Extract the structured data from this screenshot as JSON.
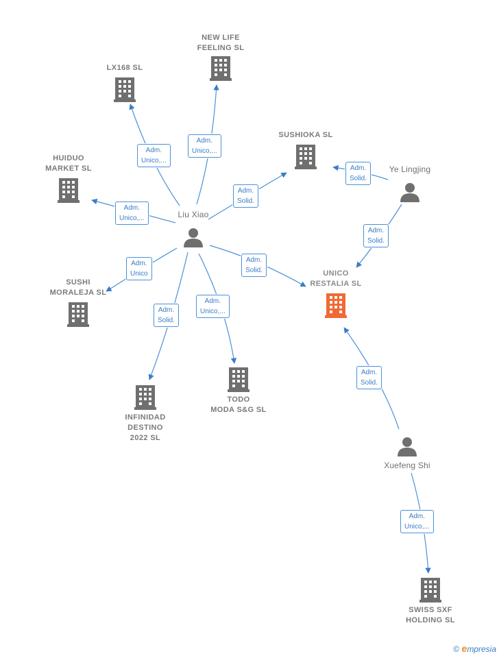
{
  "colors": {
    "edge": "#4a90d9",
    "building": "#6f6f6f",
    "building_focus": "#f06a35",
    "person": "#6f6f6f"
  },
  "nodes": {
    "new_life": "NEW LIFE\nFEELING  SL",
    "lx168": "LX168  SL",
    "huiduo": "HUIDUO\nMARKET  SL",
    "sushioka": "SUSHIOKA  SL",
    "ye": "Ye Lingjing",
    "liu": "Liu Xiao",
    "unico": "UNICO\nRESTALIA  SL",
    "sushi": "SUSHI\nMORALEJA  SL",
    "infinidad": "INFINIDAD\nDESTINO\n2022  SL",
    "todo": "TODO\nMODA S&G  SL",
    "xuefeng": "Xuefeng Shi",
    "swiss": "SWISS SXF\nHOLDING  SL"
  },
  "edges": {
    "liu_lx168": "Adm.\nUnico,...",
    "liu_newlife": "Adm.\nUnico,...",
    "liu_huiduo": "Adm.\nUnico,...",
    "liu_sushioka": "Adm.\nSolid.",
    "ye_sushioka": "Adm.\nSolid.",
    "ye_unico": "Adm.\nSolid.",
    "liu_unico": "Adm.\nSolid.",
    "liu_sushi": "Adm.\nUnico",
    "liu_infinidad": "Adm.\nSolid.",
    "liu_todo": "Adm.\nUnico,...",
    "xuefeng_unico": "Adm.\nSolid.",
    "xuefeng_swiss": "Adm.\nUnico,..."
  },
  "brand": {
    "copyright": "©",
    "e": "e",
    "rest": "mpresia"
  },
  "icons": {
    "company": "building-icon",
    "person": "person-icon"
  }
}
